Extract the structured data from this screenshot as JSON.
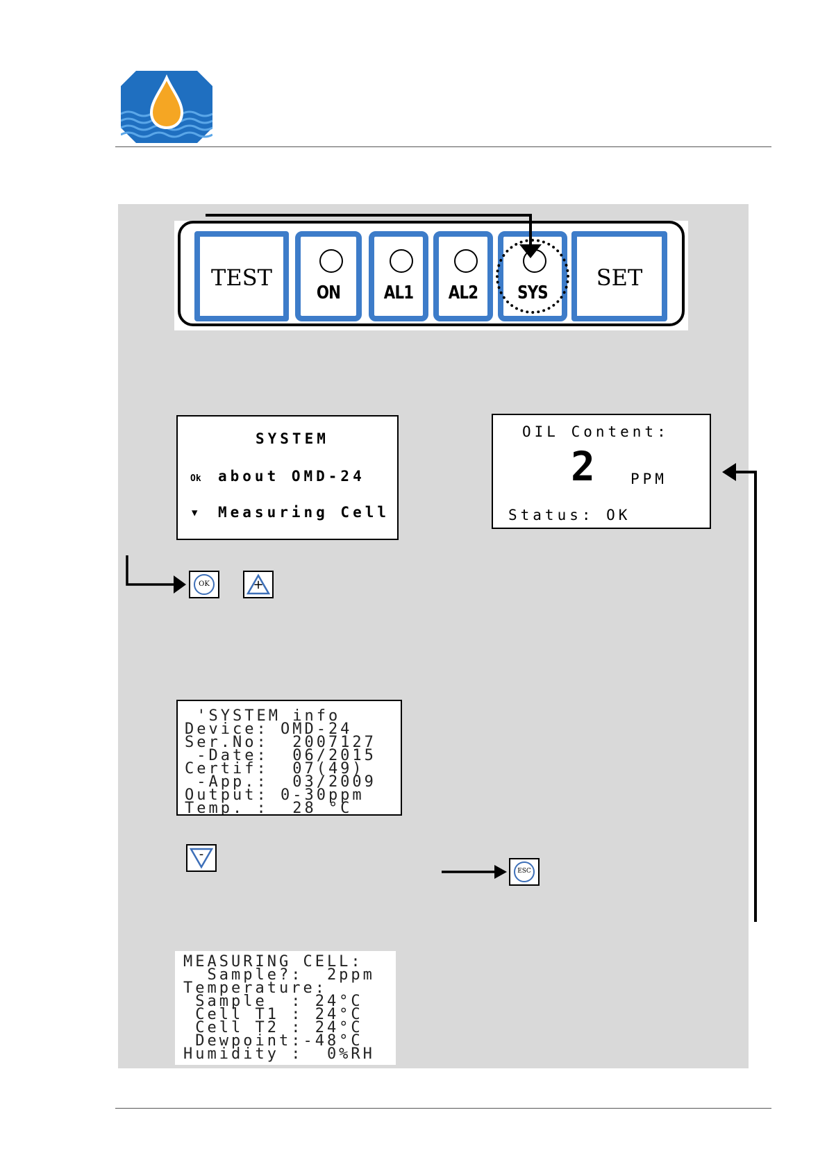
{
  "keypad": {
    "test_label": "TEST",
    "on_label": "ON",
    "al1_label": "AL1",
    "al2_label": "AL2",
    "sys_label": "SYS",
    "set_label": "SET"
  },
  "system_menu": {
    "title": "SYSTEM",
    "ok_marker": "Ok",
    "item_about": "about OMD-24",
    "item_measuring": "Measuring Cell"
  },
  "oil_screen": {
    "label": "OIL Content:",
    "value": "2",
    "unit": "PPM",
    "status": "Status: OK"
  },
  "buttons": {
    "ok": "OK",
    "plus": "+",
    "minus": "-",
    "esc": "ESC"
  },
  "system_info": {
    "lines": [
      " 'SYSTEM info",
      "Device: OMD-24",
      "Ser.No:  2007127",
      " -Date:  06/2015",
      "Certif:  07(49)",
      " -App.:  03/2009",
      "Output: 0-30ppm",
      "Temp. :  28 °C"
    ]
  },
  "measuring_cell": {
    "lines": [
      "MEASURING CELL:",
      "  Sample?:  2ppm",
      "Temperature:",
      " Sample  : 24°C",
      " Cell T1 : 24°C",
      " Cell T2 : 24°C",
      " Dewpoint:-48°C",
      "Humidity :  0%RH"
    ]
  },
  "colors": {
    "key_blue": "#3d7cc9",
    "logo_blue": "#1f6fc0",
    "logo_drop": "#f5a623",
    "panel_gray": "#d9d9d9"
  }
}
